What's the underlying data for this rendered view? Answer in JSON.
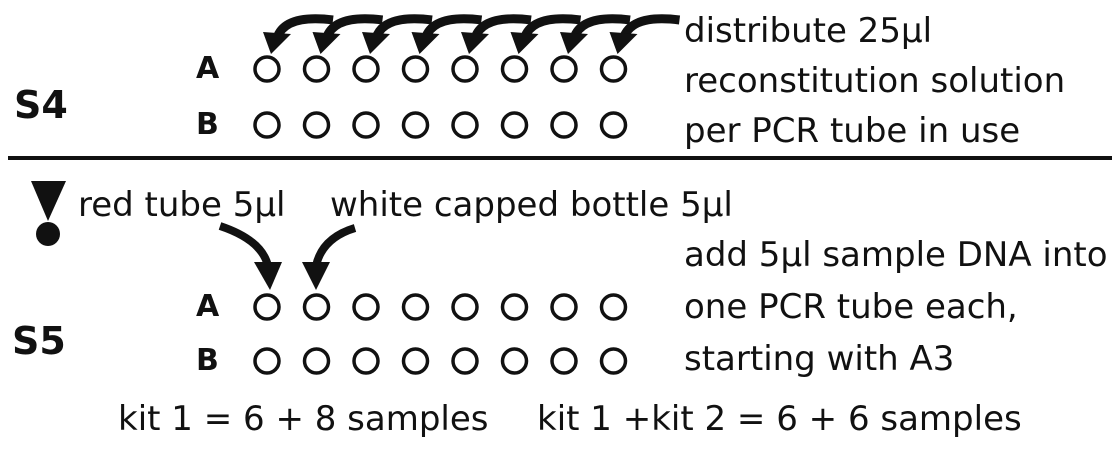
{
  "steps": {
    "s4": {
      "label": "S4",
      "rows": [
        "A",
        "B"
      ],
      "tubes_per_row": 8,
      "instruction_lines": [
        "distribute 25µl",
        "reconstitution solution",
        "per PCR tube in use"
      ]
    },
    "s5": {
      "label": "S5",
      "rows": [
        "A",
        "B"
      ],
      "tubes_per_row": 8,
      "red_tube_label": "red tube 5µl",
      "white_bottle_label": "white capped bottle 5µl",
      "instruction_lines": [
        "add 5µl sample DNA into",
        "one PCR tube each,",
        "starting with A3"
      ],
      "kit1_note": "kit 1 = 6 + 8 samples",
      "kit12_note": "kit 1 +kit 2 = 6 + 6 samples"
    }
  },
  "colors": {
    "ink": "#111111",
    "background": "#ffffff"
  }
}
